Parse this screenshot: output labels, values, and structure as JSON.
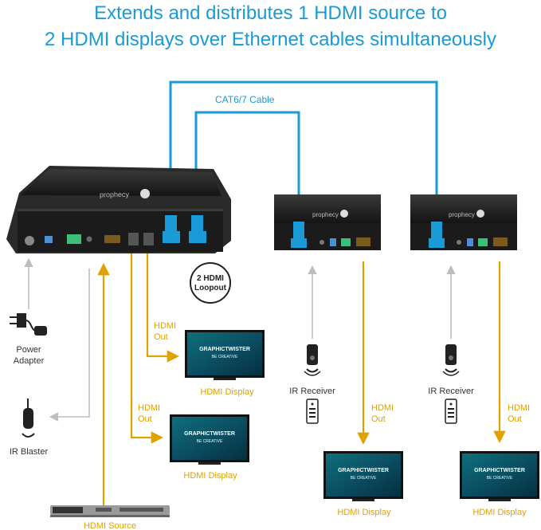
{
  "headline": {
    "line1": "Extends and distributes 1 HDMI source to",
    "line2": "2 HDMI displays over Ethernet cables simultaneously"
  },
  "cable_label": "CAT6/7 Cable",
  "loopout_badge": {
    "line1": "2 HDMI",
    "line2": "Loopout"
  },
  "devices": {
    "transmitter_brand": "prophecy",
    "receiver_brand": "prophecy"
  },
  "labels": {
    "power_adapter_1": "Power",
    "power_adapter_2": "Adapter",
    "ir_blaster": "IR Blaster",
    "hdmi_source": "HDMI Source",
    "hdmi_out_a1": "HDMI",
    "hdmi_out_a2": "Out",
    "hdmi_display_a": "HDMI Display",
    "hdmi_out_b1": "HDMI",
    "hdmi_out_b2": "Out",
    "hdmi_display_b": "HDMI Display",
    "ir_receiver_1": "IR Receiver",
    "hdmi_out_c1": "HDMI",
    "hdmi_out_c2": "Out",
    "hdmi_display_c": "HDMI Display",
    "ir_receiver_2": "IR Receiver",
    "hdmi_out_d1": "HDMI",
    "hdmi_out_d2": "Out",
    "hdmi_display_d": "HDMI Display"
  },
  "screen_logo": {
    "line1": "GRAPHICTWISTER",
    "line2": "BE CREATIVE"
  },
  "colors": {
    "title_blue": "#1a9ad6",
    "cable_blue": "#1a9ad6",
    "hdmi_gold": "#e0a200",
    "control_gray": "#bdbdbd",
    "device_black": "#1e1e1e"
  }
}
